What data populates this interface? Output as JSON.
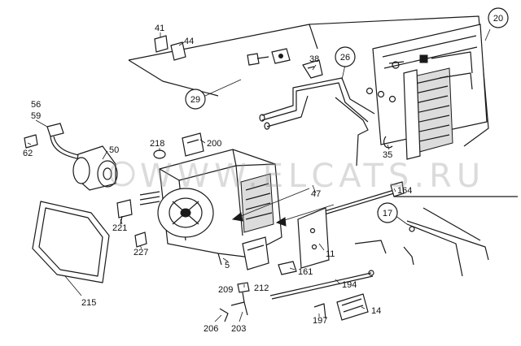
{
  "watermark": {
    "text": "WWW.ELCATS.RU"
  },
  "callouts": {
    "n20": "20",
    "n26": "26",
    "n29": "29",
    "n17": "17"
  },
  "labels": {
    "n41": "41",
    "n44": "44",
    "n38": "38",
    "n35": "35",
    "n56": "56",
    "n59": "59",
    "n62": "62",
    "n50": "50",
    "n218": "218",
    "n200": "200",
    "n47": "47",
    "n164": "164",
    "n221": "221",
    "n227": "227",
    "n215": "215",
    "n5": "5",
    "n11": "11",
    "n161": "161",
    "n194": "194",
    "n209": "209",
    "n212": "212",
    "n14": "14",
    "n197": "197",
    "n206": "206",
    "n203": "203"
  }
}
